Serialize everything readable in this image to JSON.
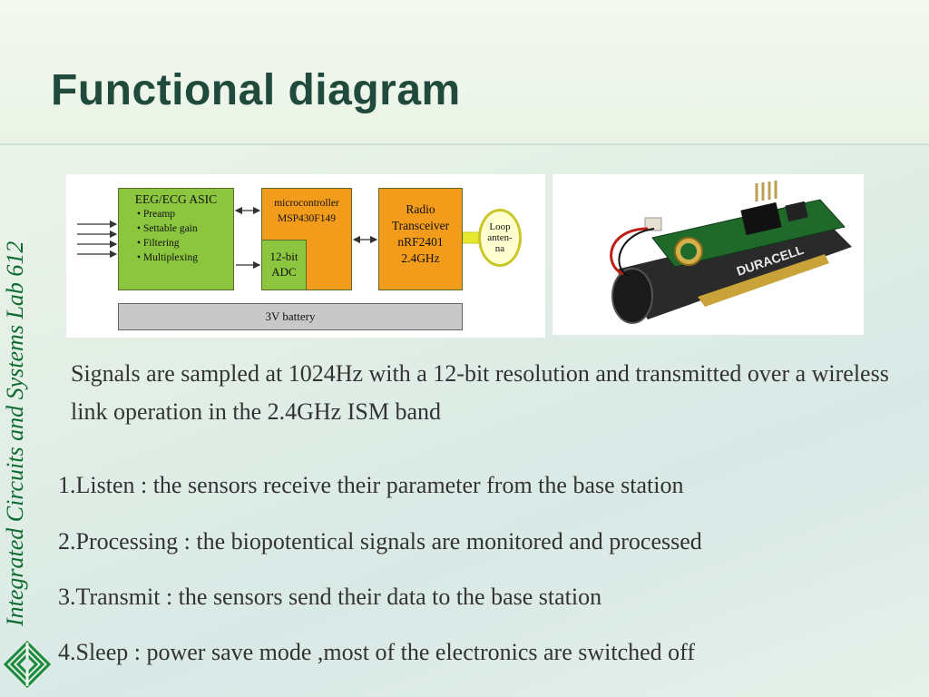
{
  "slide": {
    "title": "Functional diagram",
    "side_label": "Integrated Circuits and Systems Lab 612",
    "intro": "Signals are sampled at 1024Hz with a 12-bit resolution and transmitted over a wireless link operation in the 2.4GHz ISM band",
    "steps": [
      "1.Listen : the sensors receive their parameter from the base station",
      "2.Processing : the biopotentical signals are monitored and processed",
      "3.Transmit : the sensors send their data to the base station",
      "4.Sleep : power save mode ,most of the electronics are switched off"
    ]
  },
  "diagram": {
    "asic_title": "EEG/ECG ASIC",
    "asic_items": [
      "• Preamp",
      "• Settable gain",
      "• Filtering",
      "• Multiplexing"
    ],
    "mcu_line1": "microcontroller",
    "mcu_line2": "MSP430F149",
    "adc_line1": "12-bit",
    "adc_line2": "ADC",
    "radio_lines": [
      "Radio",
      "Transceiver",
      "nRF2401",
      "2.4GHz"
    ],
    "loop_lines": [
      "Loop",
      "anten-",
      "na"
    ],
    "battery": "3V battery"
  },
  "photo": {
    "battery_brand": "DURACELL"
  },
  "colors": {
    "title": "#1f4a3c",
    "side_label": "#0e6b2f",
    "body_text": "#333333",
    "block_green": "#8cc63f",
    "block_orange": "#f39c1c",
    "battery_grey": "#c8c8c8"
  }
}
